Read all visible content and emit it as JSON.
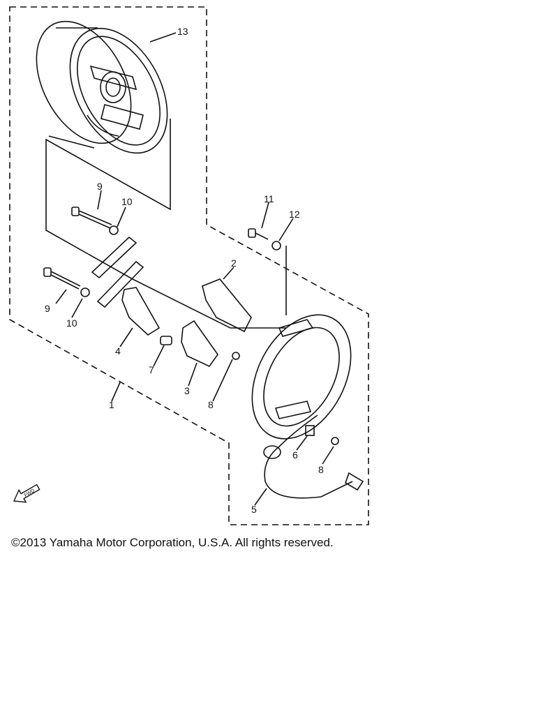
{
  "diagram": {
    "callouts": [
      {
        "id": "c1",
        "label": "1"
      },
      {
        "id": "c2",
        "label": "2"
      },
      {
        "id": "c3",
        "label": "3"
      },
      {
        "id": "c4",
        "label": "4"
      },
      {
        "id": "c5",
        "label": "5"
      },
      {
        "id": "c6",
        "label": "6"
      },
      {
        "id": "c7",
        "label": "7"
      },
      {
        "id": "c8a",
        "label": "8"
      },
      {
        "id": "c8b",
        "label": "8"
      },
      {
        "id": "c9a",
        "label": "9"
      },
      {
        "id": "c9b",
        "label": "9"
      },
      {
        "id": "c10a",
        "label": "10"
      },
      {
        "id": "c10b",
        "label": "10"
      },
      {
        "id": "c11",
        "label": "11"
      },
      {
        "id": "c12",
        "label": "12"
      },
      {
        "id": "c13",
        "label": "13"
      }
    ],
    "fwd_badge": "FWD"
  },
  "footer": {
    "copyright": "©2013 Yamaha Motor Corporation, U.S.A. All rights reserved."
  },
  "colors": {
    "ink": "#111111",
    "paper": "#ffffff"
  }
}
